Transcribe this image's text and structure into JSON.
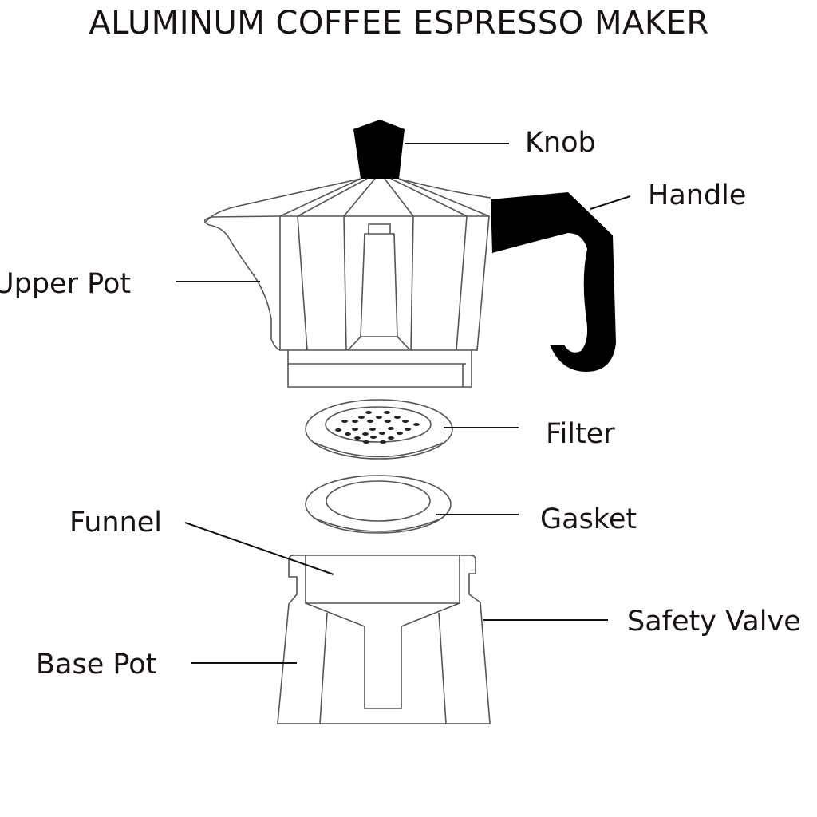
{
  "title": "ALUMINUM COFFEE ESPRESSO MAKER",
  "labels": {
    "knob": "Knob",
    "handle": "Handle",
    "upper_pot": "Upper Pot",
    "filter": "Filter",
    "gasket": "Gasket",
    "funnel": "Funnel",
    "safety_valve": "Safety Valve",
    "base_pot": "Base Pot"
  },
  "colors": {
    "line": "#111111",
    "fill": "#000000",
    "background": "#ffffff"
  }
}
